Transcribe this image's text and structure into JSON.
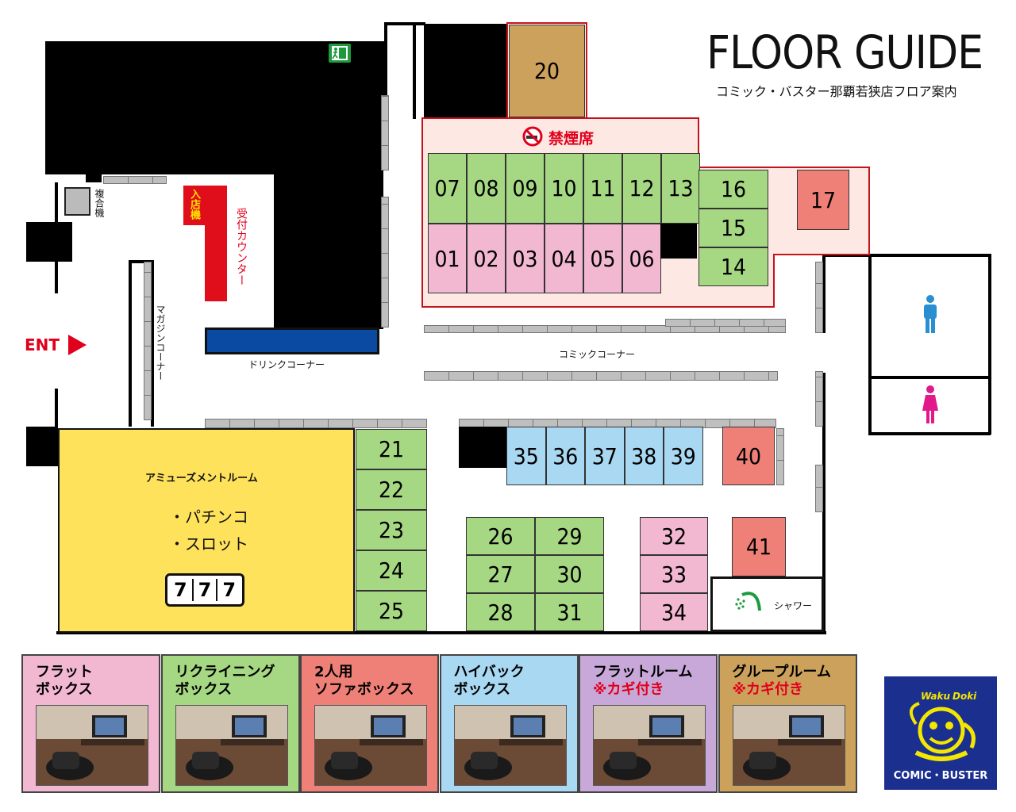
{
  "header": {
    "title": "FLOOR GUIDE",
    "subtitle": "コミック・バスター那覇若狭店フロア案内"
  },
  "labels": {
    "entrance": "ENT",
    "multifunction": "複合機",
    "entry_machine": "入店機",
    "reception": "受付カウンター",
    "magazine": "マガジンコーナー",
    "drink": "ドリンクコーナー",
    "comic": "コミックコーナー",
    "no_smoking": "禁煙席",
    "shower": "シャワー",
    "amusement_title": "アミューズメントルーム",
    "pachinko": "・パチンコ",
    "slot": "・スロット",
    "slot_digits": [
      "7",
      "7",
      "7"
    ]
  },
  "booths": {
    "b20": "20",
    "row_top": [
      "07",
      "08",
      "09",
      "10",
      "11",
      "12",
      "13"
    ],
    "row_bottom": [
      "01",
      "02",
      "03",
      "04",
      "05",
      "06"
    ],
    "col_right": [
      "16",
      "15",
      "14"
    ],
    "b17": "17",
    "col_left": [
      "21",
      "22",
      "23",
      "24",
      "25"
    ],
    "pair_a": [
      "26",
      "27",
      "28"
    ],
    "pair_b": [
      "29",
      "30",
      "31"
    ],
    "blue_row": [
      "35",
      "36",
      "37",
      "38",
      "39"
    ],
    "b40": "40",
    "pink_col": [
      "32",
      "33",
      "34"
    ],
    "b41": "41"
  },
  "legend": [
    {
      "title": "フラット\nボックス",
      "note": "",
      "color": "#f2b8d2"
    },
    {
      "title": "リクライニング\nボックス",
      "note": "",
      "color": "#a6d883"
    },
    {
      "title": "2人用\nソファボックス",
      "note": "",
      "color": "#ef8077"
    },
    {
      "title": "ハイバック\nボックス",
      "note": "",
      "color": "#a9d8f2"
    },
    {
      "title": "フラットルーム",
      "note": "※カギ付き",
      "color": "#c8a8d8"
    },
    {
      "title": "グループルーム",
      "note": "※カギ付き",
      "color": "#cca15c"
    }
  ],
  "logo": {
    "brand": "COMIC・BUSTER",
    "tag1": "Waku",
    "tag2": "Doki"
  },
  "colors": {
    "green": "#a6d883",
    "pink": "#f2b8d2",
    "blue": "#a9d8f2",
    "salmon": "#ef8077",
    "gold": "#cca15c",
    "yellow": "#ffe25c",
    "red": "#e0001b",
    "navy": "#1b2f8f"
  }
}
